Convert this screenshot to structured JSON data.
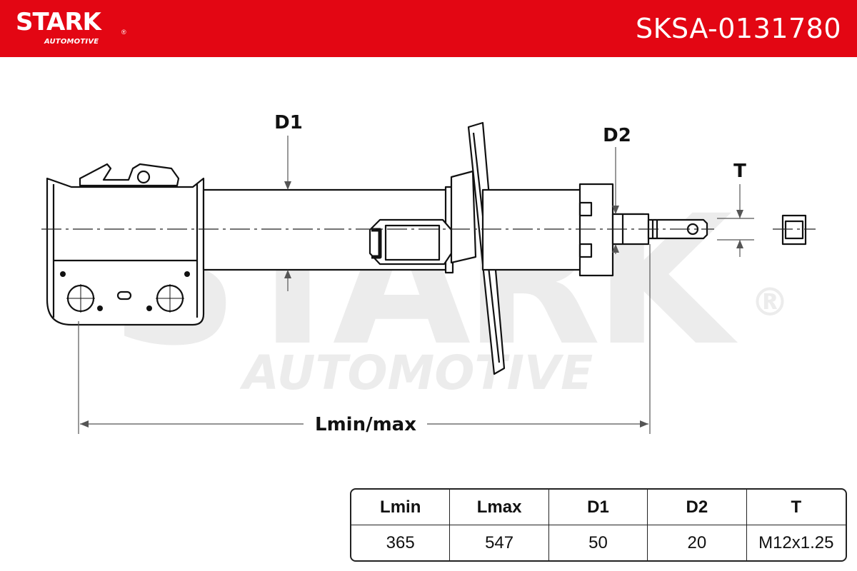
{
  "header": {
    "brand": "STARK",
    "brand_sub": "AUTOMOTIVE",
    "part_number": "SKSA-0131780",
    "background_color": "#e30613"
  },
  "drawing": {
    "watermark_main": "STARK",
    "watermark_sub": "AUTOMOTIVE",
    "watermark_reg": "®",
    "dimension_labels": {
      "d1": "D1",
      "d2": "D2",
      "t": "T",
      "length": "Lmin/max"
    }
  },
  "specs": {
    "headers": [
      "Lmin",
      "Lmax",
      "D1",
      "D2",
      "T"
    ],
    "values": [
      "365",
      "547",
      "50",
      "20",
      "M12x1.25"
    ]
  }
}
